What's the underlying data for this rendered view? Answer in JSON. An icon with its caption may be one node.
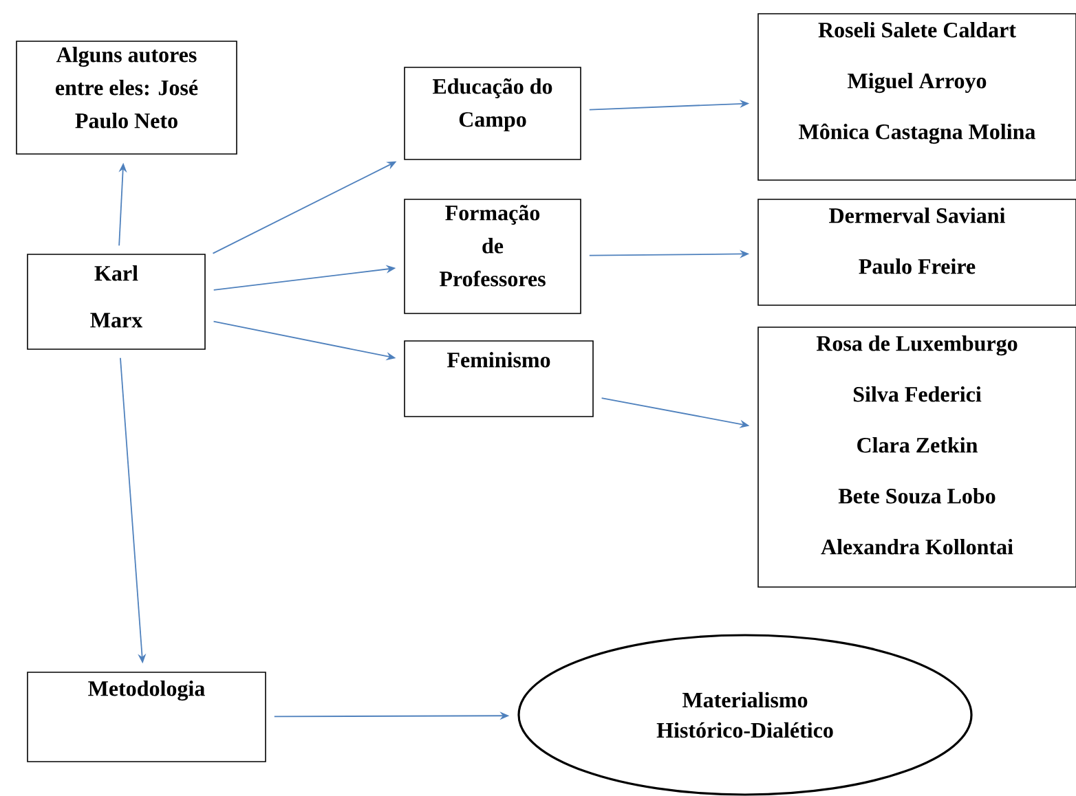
{
  "diagram": {
    "nodes": [
      {
        "text": [
          "Alguns autores entre eles: José Paulo Neto"
        ]
      },
      {
        "text": [
          "Karl Marx"
        ]
      },
      {
        "text": [
          "Educação do Campo"
        ]
      },
      {
        "text": [
          "Formação de Professores"
        ]
      },
      {
        "text": [
          "Feminismo"
        ]
      },
      {
        "text": [
          "Roseli Salete Caldart",
          "Miguel Arroyo",
          "Mônica Castagna Molina"
        ]
      },
      {
        "text": [
          "Dermerval Saviani",
          "Paulo Freire"
        ]
      },
      {
        "text": [
          "Rosa de Luxemburgo",
          "Silva Federici",
          "Clara Zetkin",
          "Bete Souza Lobo",
          "Alexandra Kollontai"
        ]
      },
      {
        "text": [
          "Metodologia"
        ]
      },
      {
        "text": [
          "Materialismo Histórico-Dialético"
        ]
      }
    ],
    "edges": [
      {
        "from": 1,
        "to": 0,
        "arrow": "to"
      },
      {
        "from": 1,
        "to": 2,
        "arrow": "to"
      },
      {
        "from": 1,
        "to": 3,
        "arrow": "to"
      },
      {
        "from": 1,
        "to": 4,
        "arrow": "to"
      },
      {
        "from": 2,
        "to": 5,
        "arrow": "to"
      },
      {
        "from": 3,
        "to": 6,
        "arrow": "to"
      },
      {
        "from": 4,
        "to": 7,
        "arrow": "to"
      },
      {
        "from": 1,
        "to": 8,
        "arrow": "to"
      },
      {
        "from": 8,
        "to": 9,
        "arrow": "to"
      }
    ]
  }
}
